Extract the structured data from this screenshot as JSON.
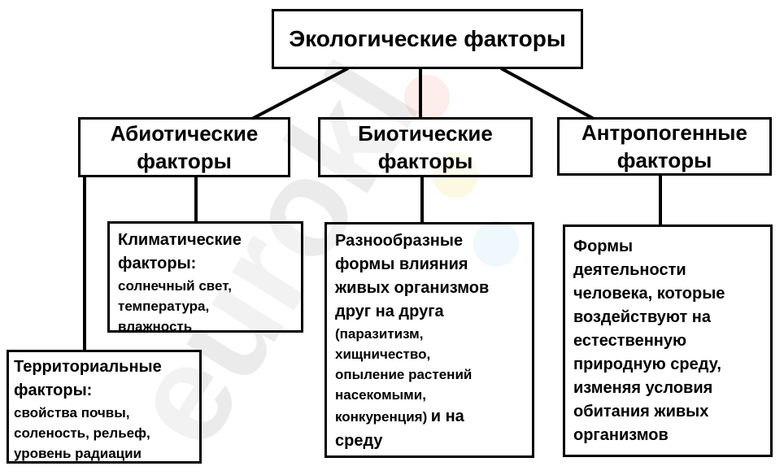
{
  "watermark": {
    "text": "eurokl"
  },
  "root": {
    "label": "Экологические факторы"
  },
  "categories": [
    {
      "line1": "Абиотические",
      "line2": "факторы"
    },
    {
      "line1": "Биотические",
      "line2": "факторы"
    },
    {
      "line1": "Антропогенные",
      "line2": "факторы"
    }
  ],
  "climatic": {
    "head1": "Климатические",
    "head2": "факторы:",
    "detail1": "солнечный свет,",
    "detail2": "температура,",
    "detail3": "влажность"
  },
  "territorial": {
    "head1": "Территориальные",
    "head2": "факторы:",
    "detail1": "свойства почвы,",
    "detail2": "соленость, рельеф,",
    "detail3": "уровень радиации"
  },
  "biotic_detail": {
    "line1": "Разнообразные",
    "line2": "формы влияния",
    "line3": "живых организмов",
    "line4": "друг на друга",
    "line5": "(паразитизм,",
    "line6": "хищничество,",
    "line7": "опыление растений",
    "line8": "насекомыми,",
    "line9a": "конкуренция)",
    "line9b": "и на",
    "line10": "среду"
  },
  "anthropogenic_detail": {
    "lines": [
      "Формы",
      "деятельности",
      "человека, которые",
      "воздействуют на",
      "естественную",
      "природную среду,",
      "изменяя условия",
      "обитания живых",
      "организмов"
    ]
  }
}
